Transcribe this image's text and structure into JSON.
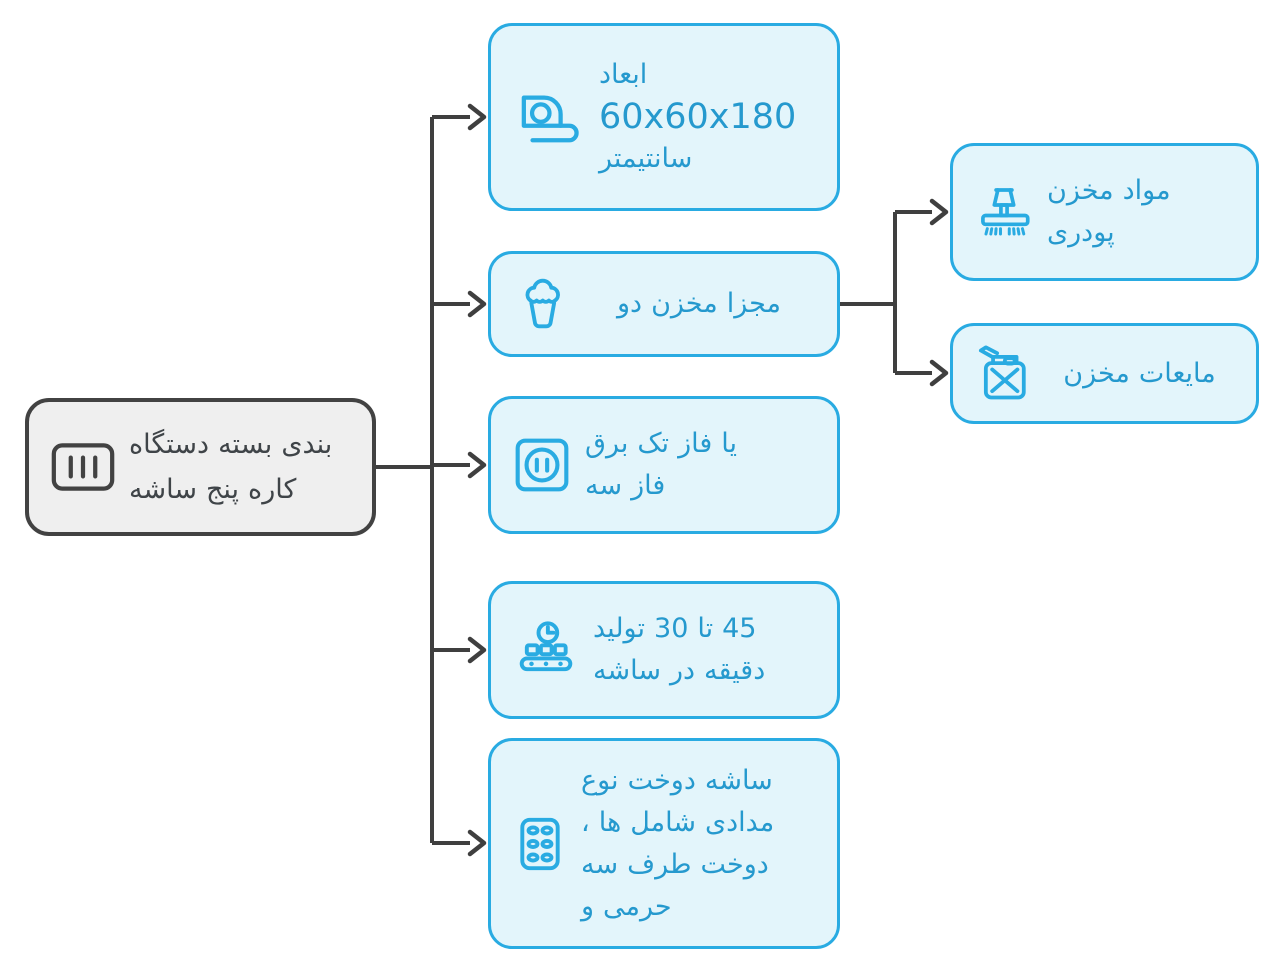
{
  "diagram": {
    "root": {
      "icon": "container-icon",
      "lines": [
        "دستگاه بسته بندی",
        "ساشه پنج کاره"
      ]
    },
    "features": [
      {
        "icon": "measuring-tape-icon",
        "lines": [
          "ابعاد",
          "60x60x180",
          "سانتیمتر"
        ]
      },
      {
        "icon": "bucket-icon",
        "lines": [
          "دو مخزن مجزا"
        ]
      },
      {
        "icon": "power-outlet-icon",
        "lines": [
          "برق تک فاز یا",
          "سه فاز"
        ]
      },
      {
        "icon": "production-rate-icon",
        "lines": [
          "تولید 30 تا 45",
          "ساشه در دقیقه"
        ]
      },
      {
        "icon": "blister-pack-icon",
        "lines": [
          "نوع دوخت ساشه",
          "، ها شامل مدادی",
          "سه طرف دوخت",
          "و حرمی"
        ]
      }
    ],
    "tanks": [
      {
        "icon": "powder-hopper-icon",
        "lines": [
          "مخزن مواد",
          "پودری"
        ]
      },
      {
        "icon": "jerrycan-icon",
        "lines": [
          "مخزن مایعات"
        ]
      }
    ],
    "colors": {
      "node_border": "#29ABE2",
      "node_fill": "#E3F5FB",
      "node_text": "#2599CE",
      "root_border": "#424242",
      "root_fill": "#EFEFEF",
      "root_text": "#3F4448",
      "connector": "#3F3F3F"
    }
  }
}
